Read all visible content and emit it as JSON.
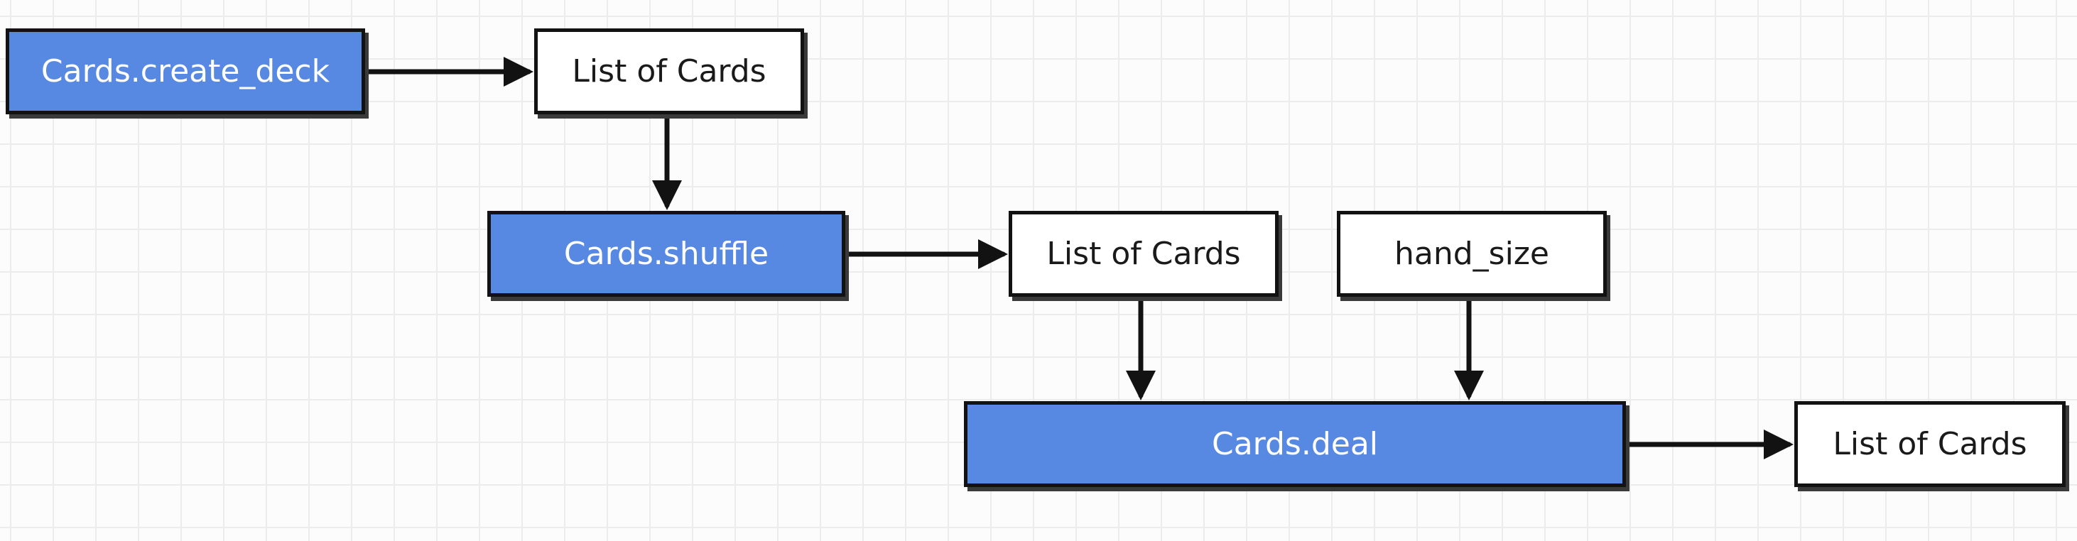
{
  "diagram": {
    "colors": {
      "function_fill": "#5789e2",
      "function_text": "#ffffff",
      "value_fill": "#ffffff",
      "value_text": "#1a1a1a",
      "stroke": "#121212",
      "grid": "#ececec"
    },
    "nodes": {
      "create_deck": {
        "label": "Cards.create_deck",
        "kind": "function"
      },
      "list_1": {
        "label": "List of Cards",
        "kind": "value"
      },
      "shuffle": {
        "label": "Cards.shuffle",
        "kind": "function"
      },
      "list_2": {
        "label": "List of Cards",
        "kind": "value"
      },
      "hand_size": {
        "label": "hand_size",
        "kind": "value"
      },
      "deal": {
        "label": "Cards.deal",
        "kind": "function"
      },
      "list_3": {
        "label": "List of Cards",
        "kind": "value"
      }
    },
    "edges": [
      {
        "from": "create_deck",
        "to": "list_1"
      },
      {
        "from": "list_1",
        "to": "shuffle"
      },
      {
        "from": "shuffle",
        "to": "list_2"
      },
      {
        "from": "list_2",
        "to": "deal"
      },
      {
        "from": "hand_size",
        "to": "deal"
      },
      {
        "from": "deal",
        "to": "list_3"
      }
    ]
  }
}
